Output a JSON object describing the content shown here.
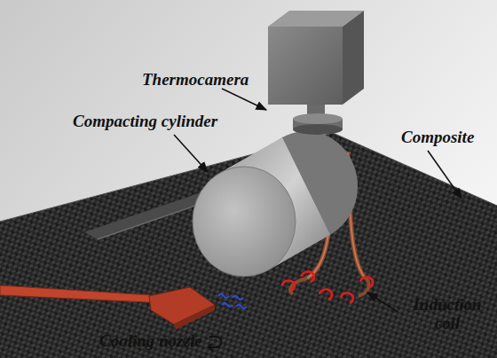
{
  "diagram": {
    "labels": [
      "Thermocamera",
      "Compacting cylinder",
      "Composite",
      "Induction coil",
      "Cooling nozzle"
    ]
  }
}
